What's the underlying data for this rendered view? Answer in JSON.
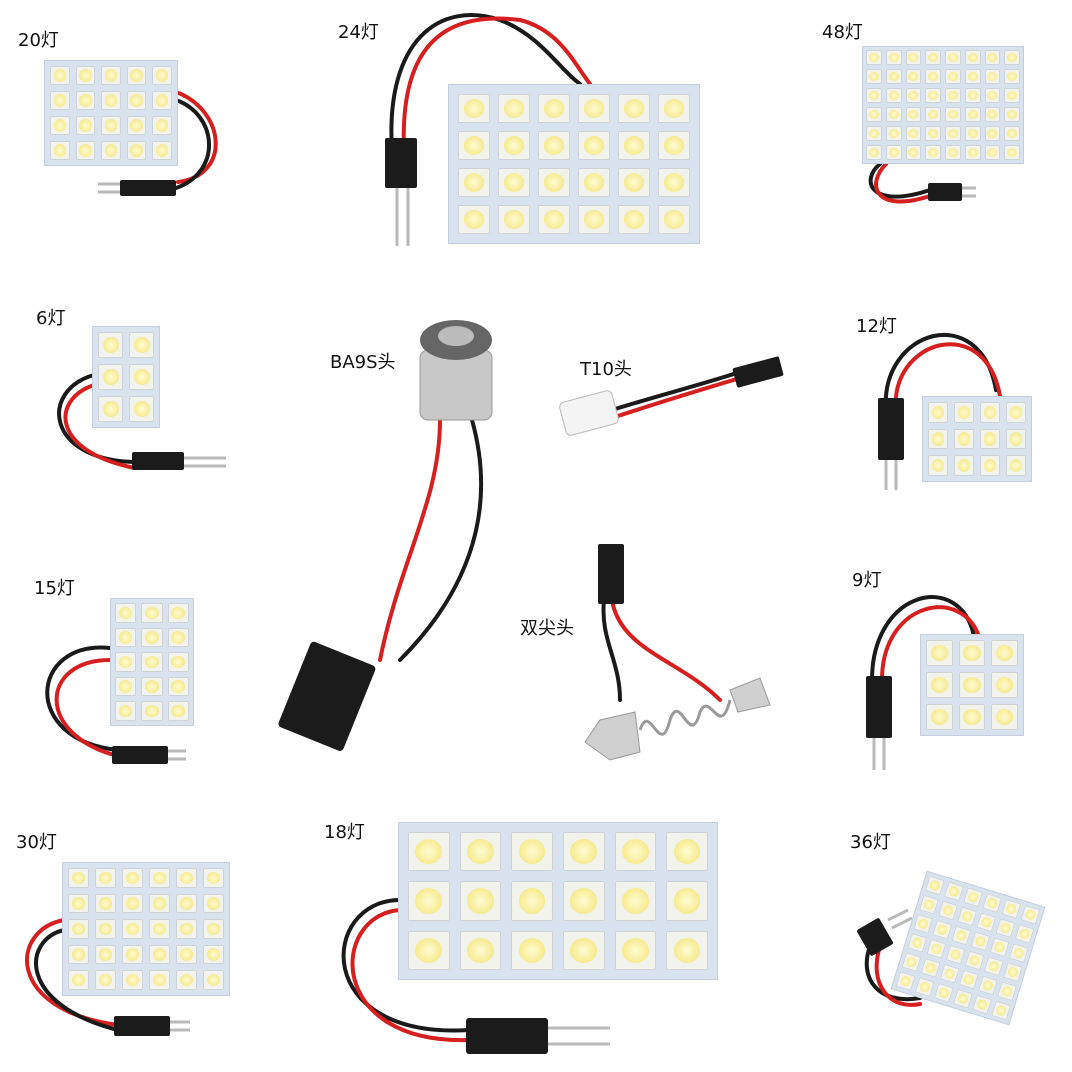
{
  "labels": {
    "l20": "20灯",
    "l24": "24灯",
    "l48": "48灯",
    "l6": "6灯",
    "lba9s": "BA9S头",
    "lt10": "T10头",
    "l12": "12灯",
    "l15": "15灯",
    "l9": "9灯",
    "ldouble": "双尖头",
    "l30": "30灯",
    "l18": "18灯",
    "l36": "36灯"
  },
  "boards": {
    "b20": {
      "cols": 5,
      "rows": 4
    },
    "b24": {
      "cols": 6,
      "rows": 4
    },
    "b48": {
      "cols": 8,
      "rows": 6
    },
    "b6": {
      "cols": 2,
      "rows": 3
    },
    "b12": {
      "cols": 4,
      "rows": 3
    },
    "b15": {
      "cols": 3,
      "rows": 5
    },
    "b9": {
      "cols": 3,
      "rows": 3
    },
    "b30": {
      "cols": 6,
      "rows": 5
    },
    "b18": {
      "cols": 6,
      "rows": 3
    },
    "b36": {
      "cols": 6,
      "rows": 6
    }
  },
  "colors": {
    "wire_red": "#d61f1f",
    "wire_black": "#1a1a1a",
    "board": "#d9e3ef",
    "led": "#f8ee9a"
  }
}
